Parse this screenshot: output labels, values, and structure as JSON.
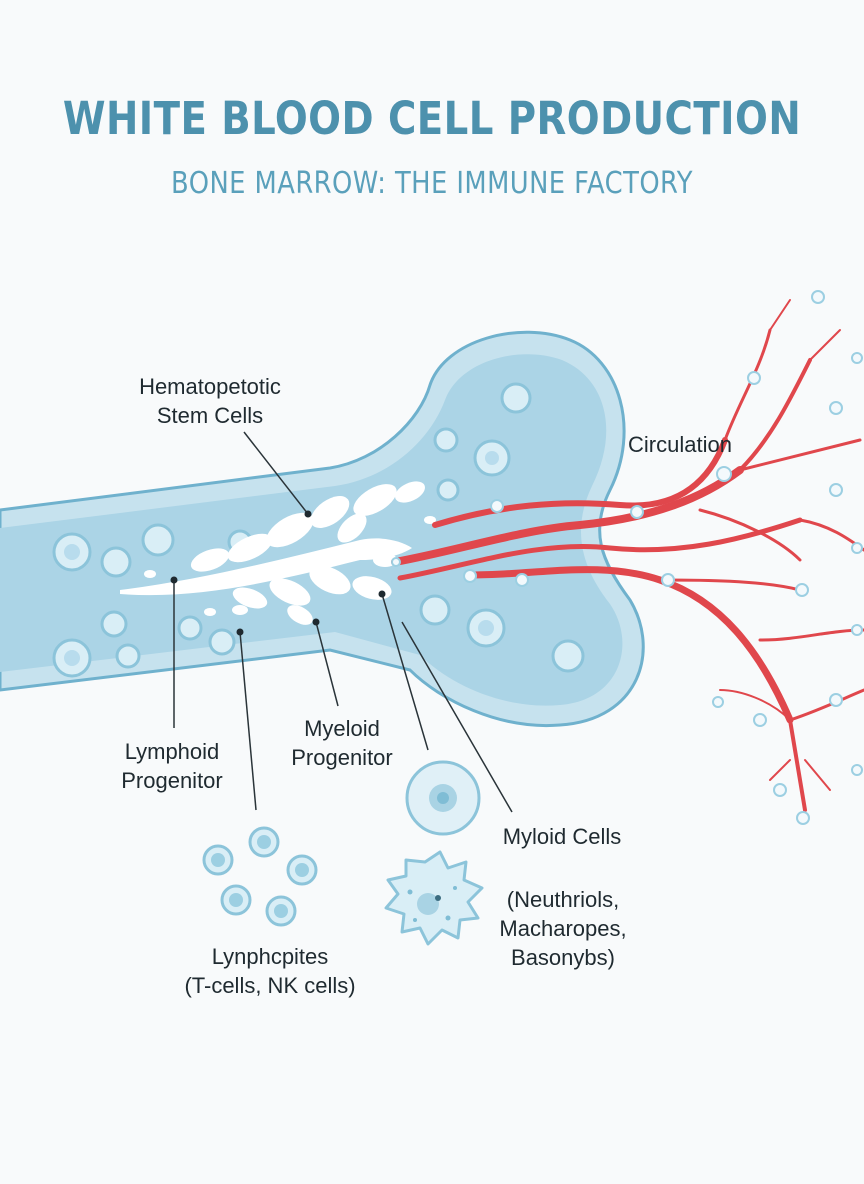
{
  "header": {
    "title": "WHITE BLOOD CELL PRODUCTION",
    "subtitle": "BONE MARROW: THE IMMUNE FACTORY"
  },
  "labels": {
    "stem_cells_line1": "Hematopetotic",
    "stem_cells_line2": "Stem Cells",
    "circulation": "Circulation",
    "lymphoid_line1": "Lymphoid",
    "lymphoid_line2": "Progenitor",
    "myeloid_line1": "Myeloid",
    "myeloid_line2": "Progenitor",
    "myloid_cells": "Myloid Cells",
    "myloid_detail_line1": "(Neuthriols,",
    "myloid_detail_line2": "Macharopes,",
    "myloid_detail_line3": "Basonybs)",
    "lymphocytes_line1": "Lynphcpites",
    "lymphocytes_line2": "(T-cells, NK cells)"
  },
  "colors": {
    "title": "#4d91ad",
    "bone_outer": "#c6e2ee",
    "bone_inner": "#a9d3e4",
    "marrow": "#ffffff",
    "vessel": "#e0474c",
    "cell": "#d7ecf5",
    "label_text": "#1f2a30"
  }
}
